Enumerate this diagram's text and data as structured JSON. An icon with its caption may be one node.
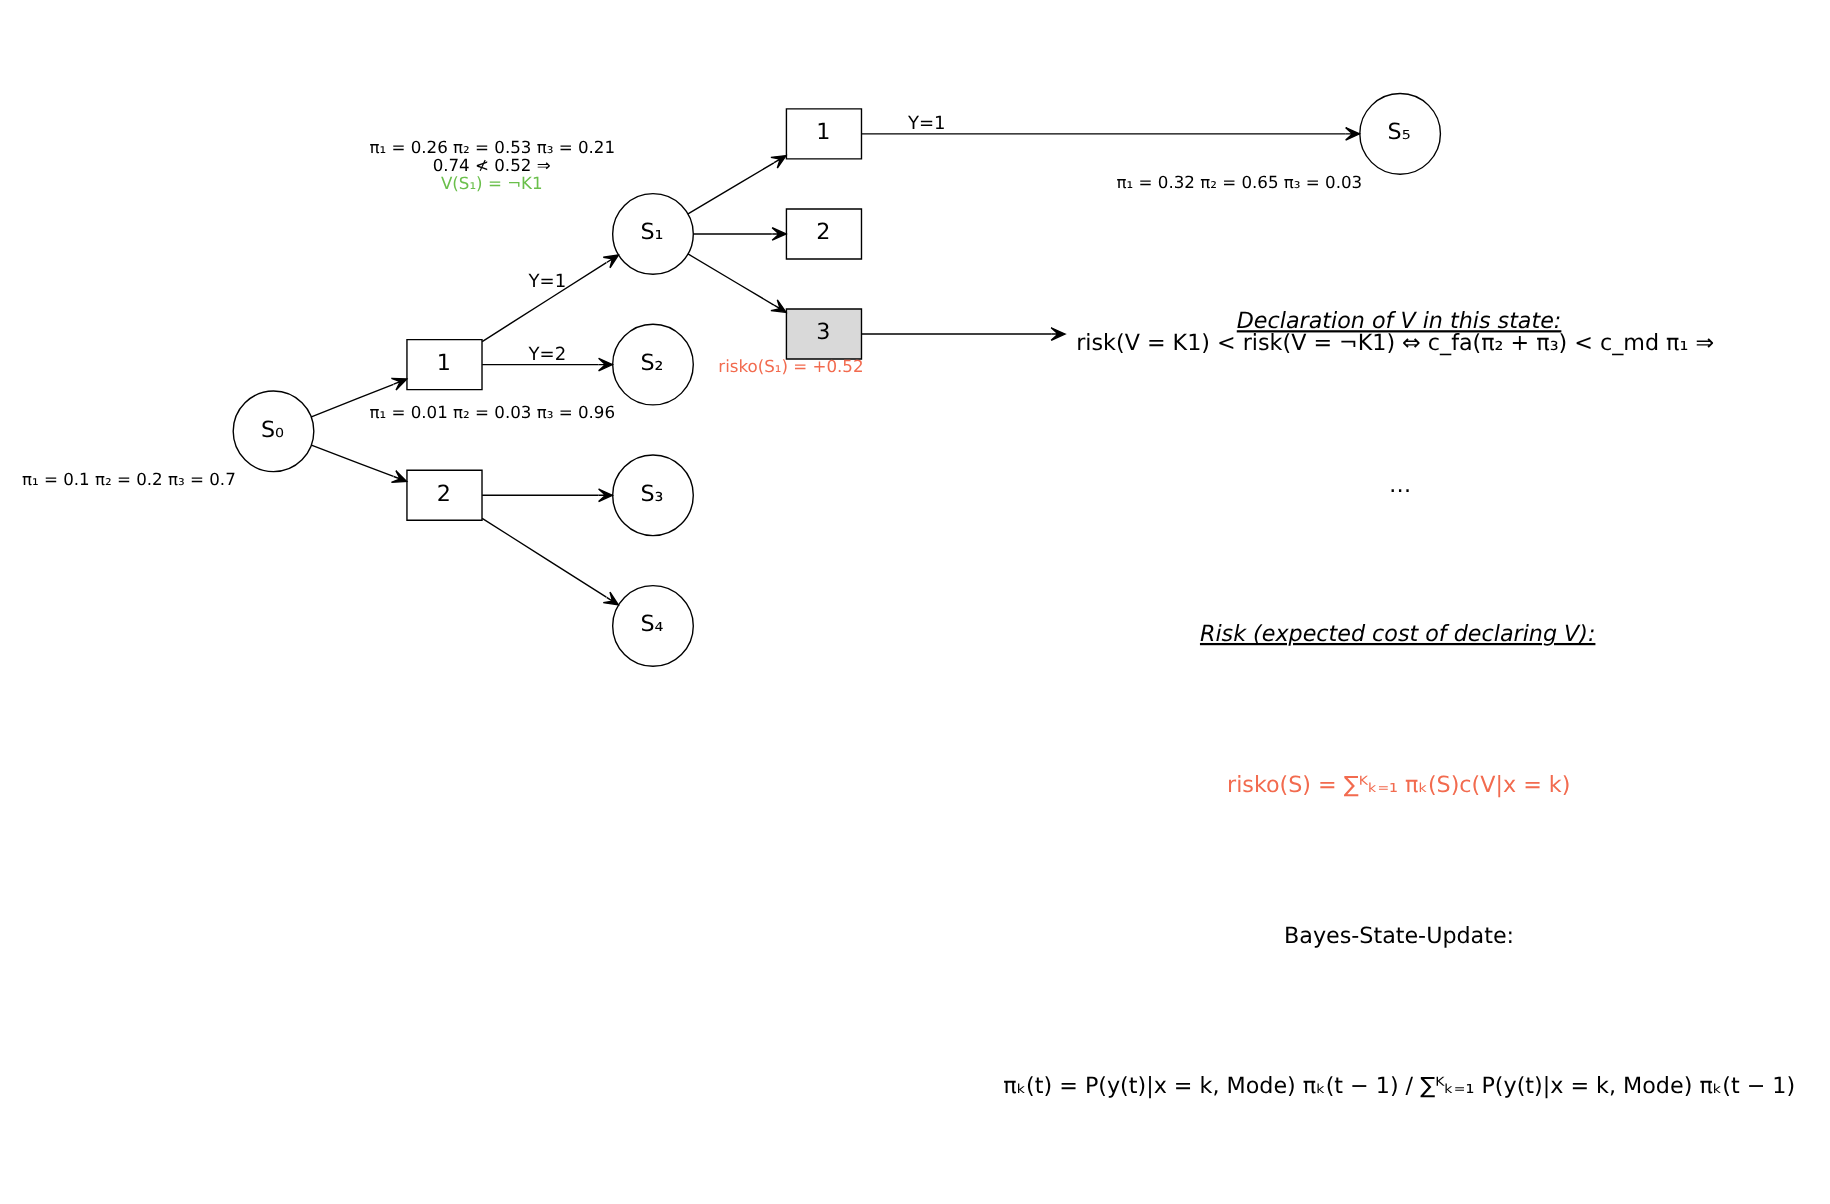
{
  "diagram": {
    "nodes": [
      {
        "text": [
          "S₀"
        ],
        "beside": [
          "π₁ = 0.1 π₂ = 0.2 π₃ = 0.7"
        ]
      },
      {
        "text": [
          "1"
        ]
      },
      {
        "text": [
          "2"
        ]
      },
      {
        "text": [
          "S₁"
        ],
        "beside": [
          "π₁ = 0.26 π₂ = 0.53 π₃ = 0.21",
          "0.74 ≮ 0.52 ⇒",
          "V(S₁) = ¬K1"
        ]
      },
      {
        "text": [
          "S₂"
        ],
        "beside": [
          "π₁ = 0.01 π₂ = 0.03 π₃ = 0.96"
        ]
      },
      {
        "text": [
          "S₃"
        ]
      },
      {
        "text": [
          "S₄"
        ]
      },
      {
        "text": [
          "1"
        ]
      },
      {
        "text": [
          "2"
        ]
      },
      {
        "text": [
          "3"
        ],
        "beside": [
          "risko(S₁) = +0.52"
        ]
      },
      {
        "text": [
          "S₅"
        ],
        "beside": [
          "π₁ = 0.32 π₂ = 0.65 π₃ = 0.03"
        ]
      },
      {
        "text": [
          "Declaration of V in this state:",
          "risk(V = K1) < risk(V = ¬K1) ⇔ c_fa(π₂ + π₃) < c_md π₁ ⇒"
        ]
      }
    ],
    "edges": [
      {
        "from": 0,
        "to": 1,
        "arrow": "to"
      },
      {
        "from": 0,
        "to": 2,
        "arrow": "to"
      },
      {
        "from": 1,
        "to": 3,
        "arrow": "to",
        "label": "Y=1"
      },
      {
        "from": 1,
        "to": 4,
        "arrow": "to",
        "label": "Y=2"
      },
      {
        "from": 2,
        "to": 5,
        "arrow": "to"
      },
      {
        "from": 2,
        "to": 6,
        "arrow": "to"
      },
      {
        "from": 3,
        "to": 7,
        "arrow": "to"
      },
      {
        "from": 3,
        "to": 8,
        "arrow": "to"
      },
      {
        "from": 3,
        "to": 9,
        "arrow": "to"
      },
      {
        "from": 7,
        "to": 10,
        "arrow": "to",
        "label": "Y=1"
      },
      {
        "from": 9,
        "to": 11,
        "arrow": "to"
      }
    ],
    "labels": [
      "…",
      "Risk (expected cost of declaring V):",
      "risko(S) = ∑ᴷₖ₌₁ πₖ(S)c(V|x = k)",
      "Bayes-State-Update:",
      "πₖ(t) = P(y(t)|x = k, Mode) πₖ(t − 1) / ∑ᴷₖ₌₁ P(y(t)|x = k, Mode) πₖ(t − 1)"
    ]
  }
}
